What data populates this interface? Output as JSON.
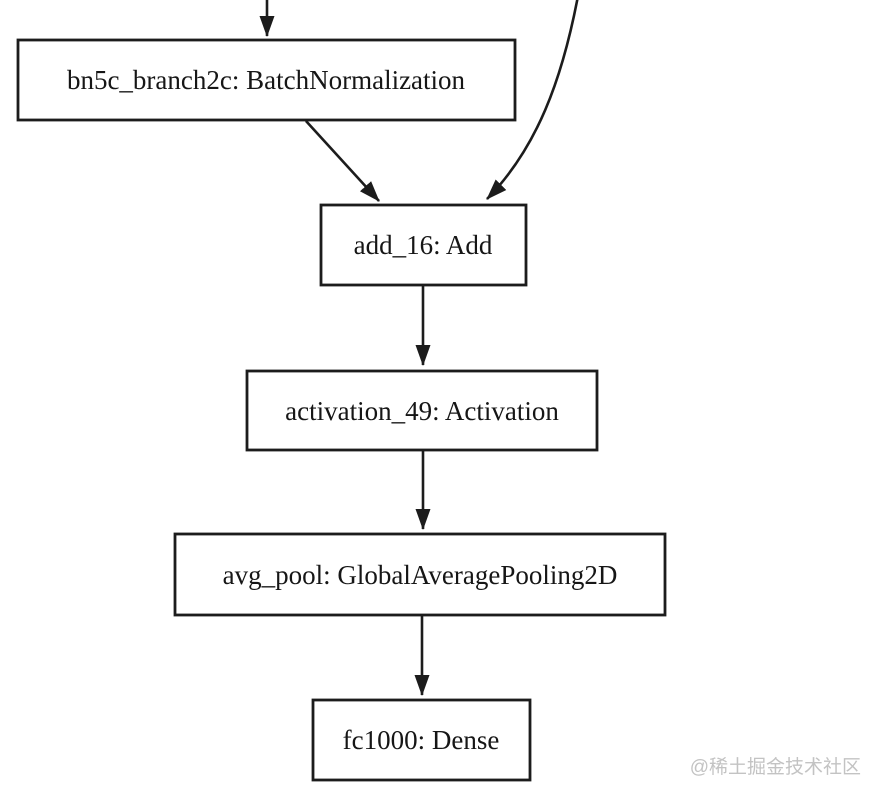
{
  "diagram": {
    "type": "neural-network-layer-graph",
    "nodes": [
      {
        "id": "bn5c_branch2c",
        "label": "bn5c_branch2c: BatchNormalization"
      },
      {
        "id": "add_16",
        "label": "add_16: Add"
      },
      {
        "id": "activation_49",
        "label": "activation_49: Activation"
      },
      {
        "id": "avg_pool",
        "label": "avg_pool: GlobalAveragePooling2D"
      },
      {
        "id": "fc1000",
        "label": "fc1000: Dense"
      }
    ],
    "edges": [
      {
        "from": "offscreen-top",
        "to": "bn5c_branch2c"
      },
      {
        "from": "bn5c_branch2c",
        "to": "add_16"
      },
      {
        "from": "offscreen-top-skip",
        "to": "add_16"
      },
      {
        "from": "add_16",
        "to": "activation_49"
      },
      {
        "from": "activation_49",
        "to": "avg_pool"
      },
      {
        "from": "avg_pool",
        "to": "fc1000"
      }
    ],
    "colors": {
      "background": "#ffffff",
      "node_fill": "#ffffff",
      "node_border": "#1c1c1c",
      "edge": "#1c1c1c",
      "text": "#161616",
      "watermark": "#c3c3c3"
    }
  },
  "watermark": {
    "text": "@稀土掘金技术社区"
  }
}
